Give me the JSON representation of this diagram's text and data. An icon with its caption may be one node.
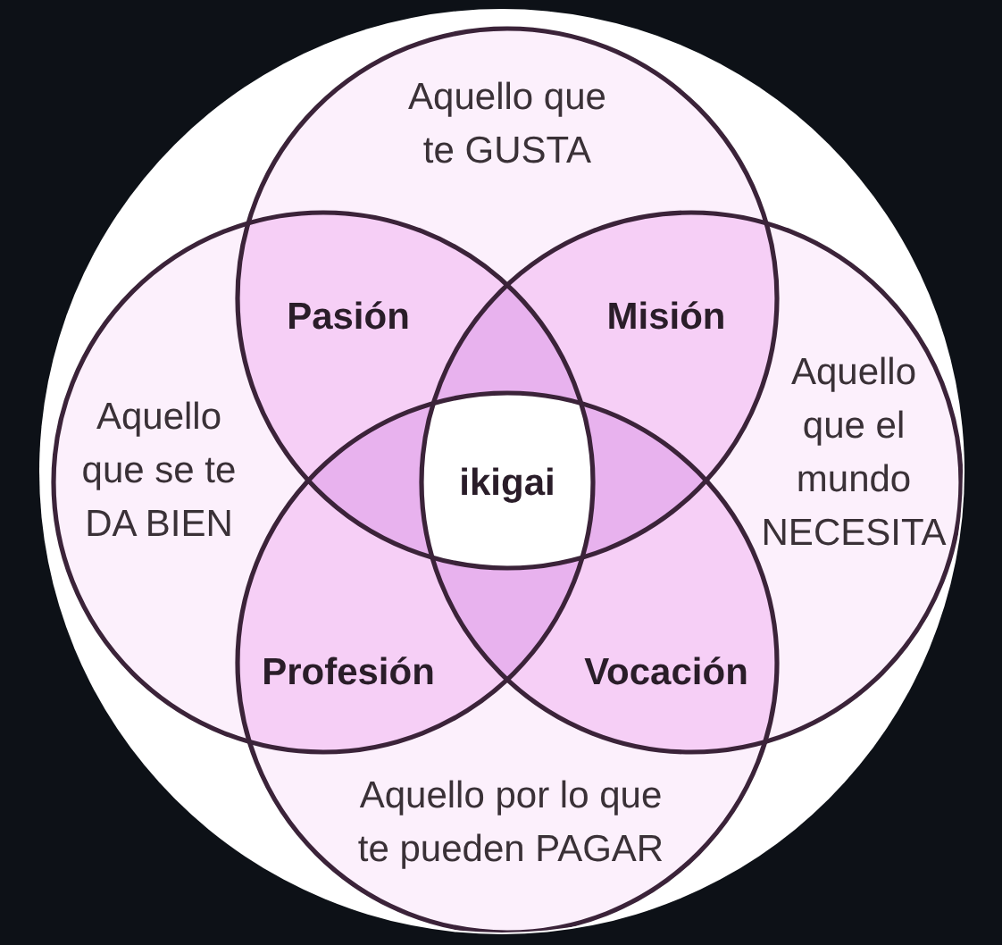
{
  "diagram": {
    "nodes": [
      {
        "text": [
          "Aquello que te GUSTA"
        ]
      },
      {
        "text": [
          "Pasión"
        ]
      },
      {
        "text": [
          "Misión"
        ]
      },
      {
        "text": [
          "Aquello que se te DA BIEN"
        ]
      },
      {
        "text": [
          "ikigai"
        ]
      },
      {
        "text": [
          "Aquello que el mundo NECESITA"
        ]
      },
      {
        "text": [
          "Profesión"
        ]
      },
      {
        "text": [
          "Vocación"
        ]
      },
      {
        "text": [
          "Aquello por lo que te pueden PAGAR"
        ]
      }
    ]
  }
}
